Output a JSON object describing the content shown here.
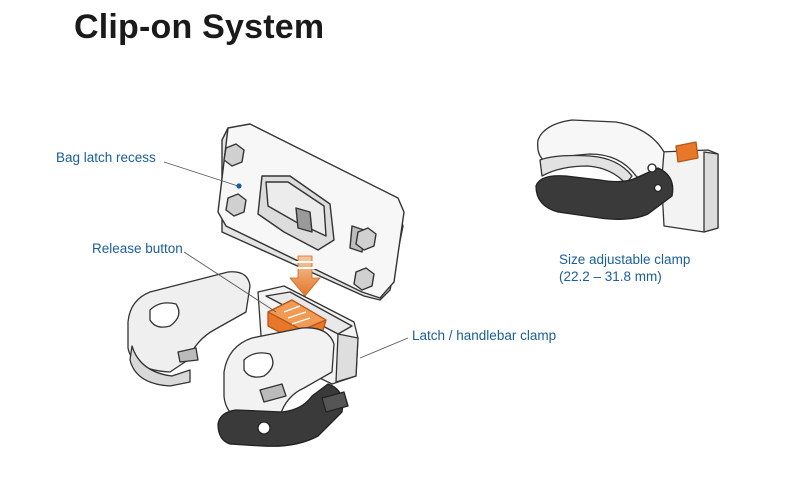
{
  "title": "Clip-on System",
  "labels": {
    "bag_latch_recess": "Bag latch recess",
    "release_button": "Release button",
    "latch_handlebar_clamp": "Latch / handlebar clamp"
  },
  "caption": {
    "line1": "Size adjustable clamp",
    "line2": "(22.2 – 31.8 mm)"
  },
  "colors": {
    "label_text": "#1a5e9a",
    "accent_orange": "#e8772a",
    "arrow_orange": "#e2762a",
    "dark_clamp": "#3a3a3a",
    "outline": "#333333"
  }
}
